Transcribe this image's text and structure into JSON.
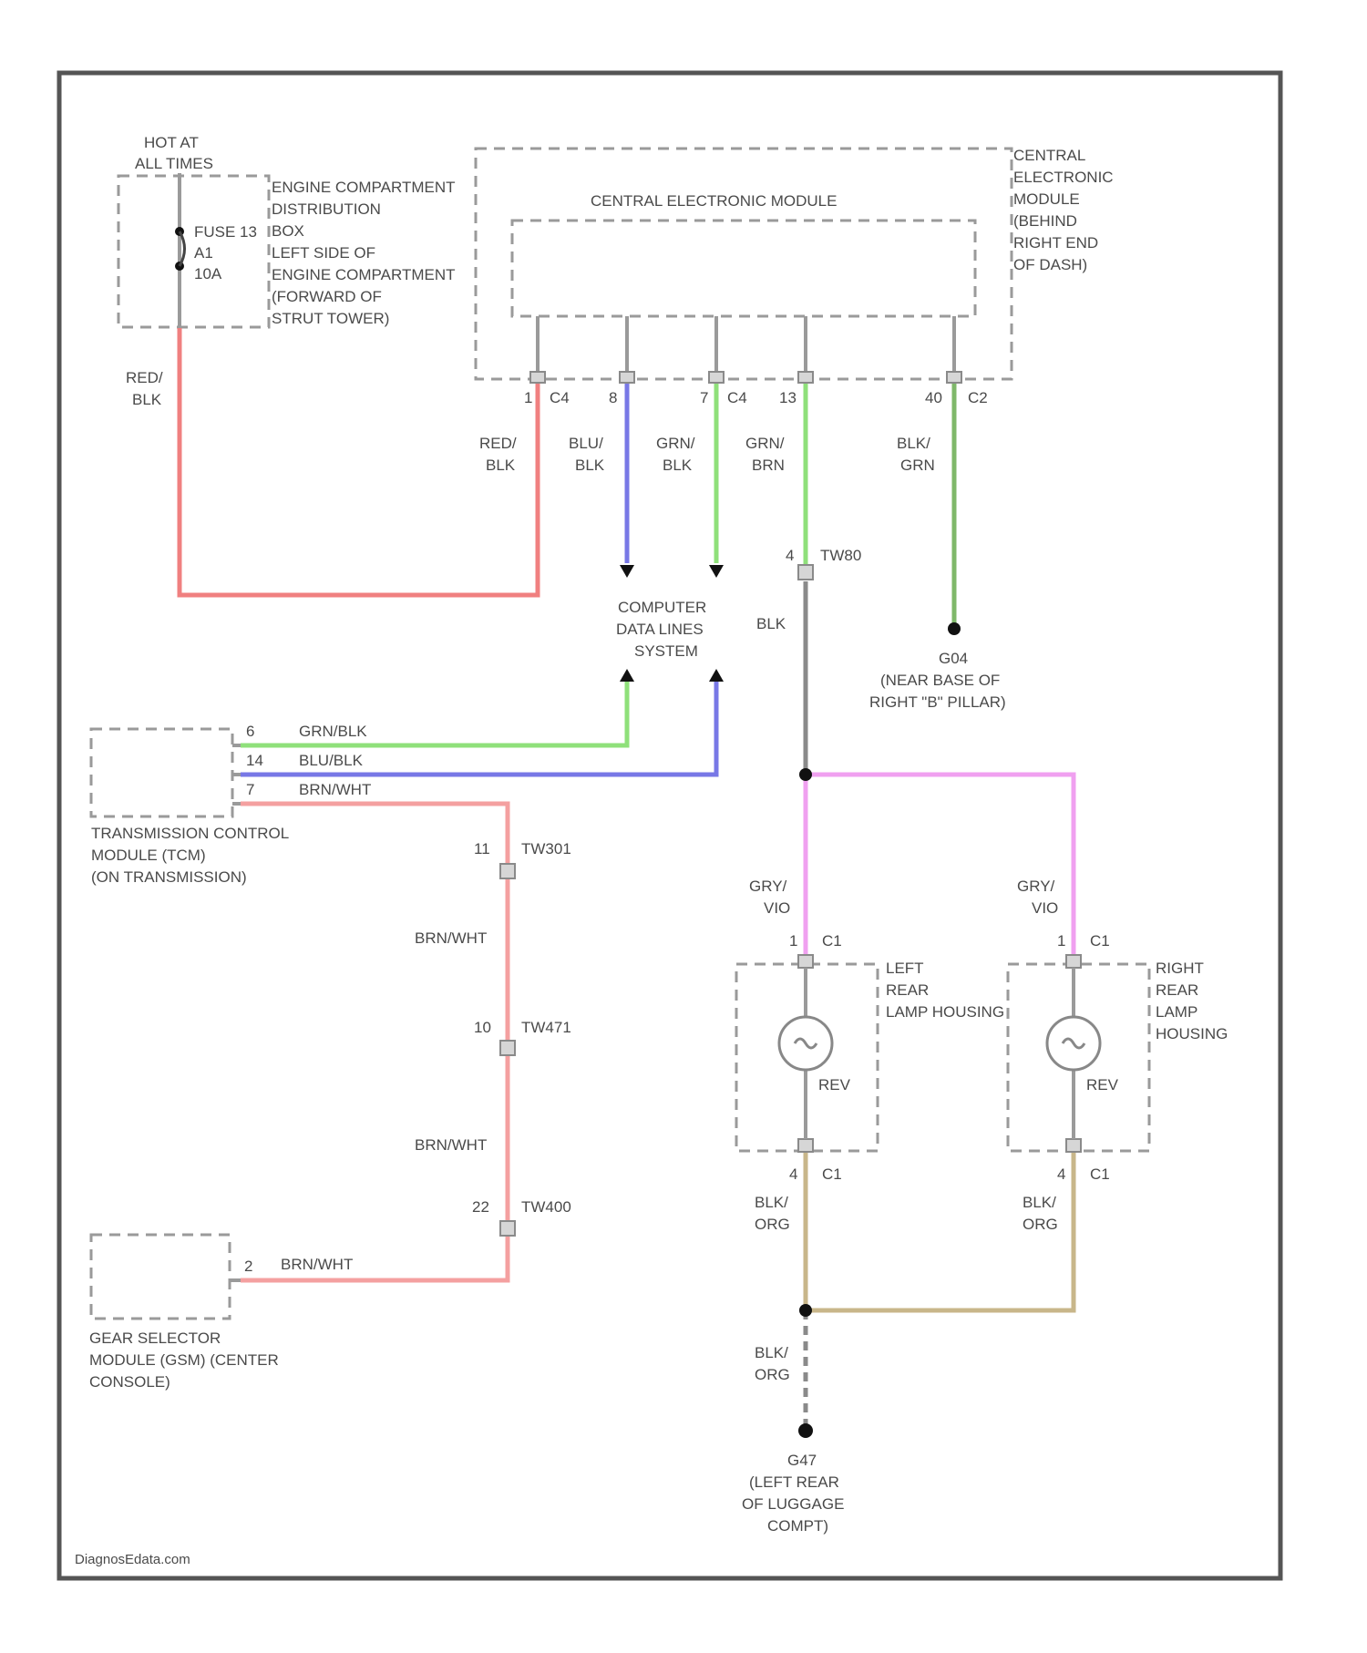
{
  "hot": [
    "HOT AT",
    "ALL TIMES"
  ],
  "fuse": {
    "name": "FUSE 13",
    "rating": [
      "A1",
      "10A"
    ],
    "box": [
      "ENGINE COMPARTMENT",
      "DISTRIBUTION",
      "BOX",
      "LEFT SIDE OF",
      "ENGINE COMPARTMENT",
      "(FORWARD OF",
      "STRUT TOWER)"
    ]
  },
  "cem": {
    "title": "CENTRAL ELECTRONIC MODULE",
    "location": [
      "CENTRAL",
      "ELECTRONIC",
      "MODULE",
      "(BEHIND",
      "RIGHT END",
      "OF DASH)"
    ],
    "pins": [
      {
        "pin": "1",
        "connector": "C4"
      },
      {
        "pin": "8",
        "connector": ""
      },
      {
        "pin": "7",
        "connector": "C4"
      },
      {
        "pin": "13",
        "connector": ""
      },
      {
        "pin": "40",
        "connector": "C2"
      }
    ]
  },
  "wires": {
    "feed": [
      "RED/",
      "BLK"
    ],
    "cem_pin1": [
      "RED/",
      "BLK"
    ],
    "cem_pin8": [
      "BLU/",
      "BLK"
    ],
    "cem_pin7": [
      "GRN/",
      "BLK"
    ],
    "cem_pin13": [
      "GRN/",
      "BRN"
    ],
    "cem_pin40": [
      "BLK/",
      "GRN"
    ],
    "after_tw80": "BLK",
    "tcm_pin6": "GRN/BLK",
    "tcm_pin14": "BLU/BLK",
    "tcm_pin7": "BRN/WHT",
    "brn1": "BRN/WHT",
    "brn2": "BRN/WHT",
    "gsm": "BRN/WHT",
    "lamp_feed_left": [
      "GRY/",
      "VIO"
    ],
    "lamp_feed_right": [
      "GRY/",
      "VIO"
    ],
    "lamp_gnd_left": [
      "BLK/",
      "ORG"
    ],
    "lamp_gnd_right": [
      "BLK/",
      "ORG"
    ],
    "ground": [
      "BLK/",
      "ORG"
    ]
  },
  "data_lines": [
    "COMPUTER",
    "DATA LINES",
    "SYSTEM"
  ],
  "g04": {
    "id": "G04",
    "location": [
      "(NEAR BASE OF",
      "RIGHT \"B\" PILLAR)"
    ]
  },
  "g47": {
    "id": "G47",
    "location": [
      "(LEFT REAR",
      "OF LUGGAGE",
      "COMPT)"
    ]
  },
  "inline": [
    {
      "pin": "4",
      "name": "TW80"
    },
    {
      "pin": "11",
      "name": "TW301"
    },
    {
      "pin": "10",
      "name": "TW471"
    },
    {
      "pin": "22",
      "name": "TW400"
    }
  ],
  "tcm": {
    "pins": [
      "6",
      "14",
      "7"
    ],
    "label": [
      "TRANSMISSION CONTROL",
      "MODULE (TCM)",
      "(ON TRANSMISSION)"
    ]
  },
  "gsm": {
    "pin": "2",
    "label": [
      "GEAR SELECTOR",
      "MODULE (GSM) (CENTER",
      "CONSOLE)"
    ]
  },
  "lamps": {
    "left": {
      "top_pin": "1",
      "top_conn": "C1",
      "bot_pin": "4",
      "bot_conn": "C1",
      "symbol": "REV",
      "label": [
        "LEFT",
        "REAR",
        "LAMP HOUSING"
      ]
    },
    "right": {
      "top_pin": "1",
      "top_conn": "C1",
      "bot_pin": "4",
      "bot_conn": "C1",
      "symbol": "REV",
      "label": [
        "RIGHT",
        "REAR",
        "LAMP",
        "HOUSING"
      ]
    }
  },
  "credit": "DiagnosEdata.com",
  "colors": {
    "red": "#f08080",
    "blue": "#7878e6",
    "green": "#8fe07a",
    "green_blk": "#7fb86a",
    "gray": "#8a8a8a",
    "pink": "#f0a0f0",
    "salmon": "#f4a0a0",
    "tan": "#c8b68a"
  }
}
